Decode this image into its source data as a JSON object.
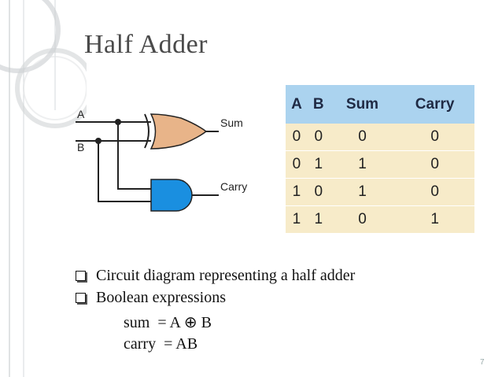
{
  "slide": {
    "title": "Half Adder",
    "page_number": "7"
  },
  "circuit": {
    "input_a": "A",
    "input_b": "B",
    "output_sum": "Sum",
    "output_carry": "Carry"
  },
  "truth_table": {
    "headers": [
      "A",
      "B",
      "Sum",
      "Carry"
    ],
    "rows": [
      [
        "0",
        "0",
        "0",
        "0"
      ],
      [
        "0",
        "1",
        "1",
        "0"
      ],
      [
        "1",
        "0",
        "1",
        "0"
      ],
      [
        "1",
        "1",
        "0",
        "1"
      ]
    ]
  },
  "bullets": [
    "Circuit diagram representing a half adder",
    "Boolean expressions"
  ],
  "expressions": {
    "sum": "sum  = A ⊕ B",
    "carry": "carry  = AB"
  },
  "colors": {
    "xor_gate": "#e8b489",
    "and_gate": "#1a8fe0",
    "table_header": "#abd3ef",
    "table_body": "#f7ebc9"
  }
}
